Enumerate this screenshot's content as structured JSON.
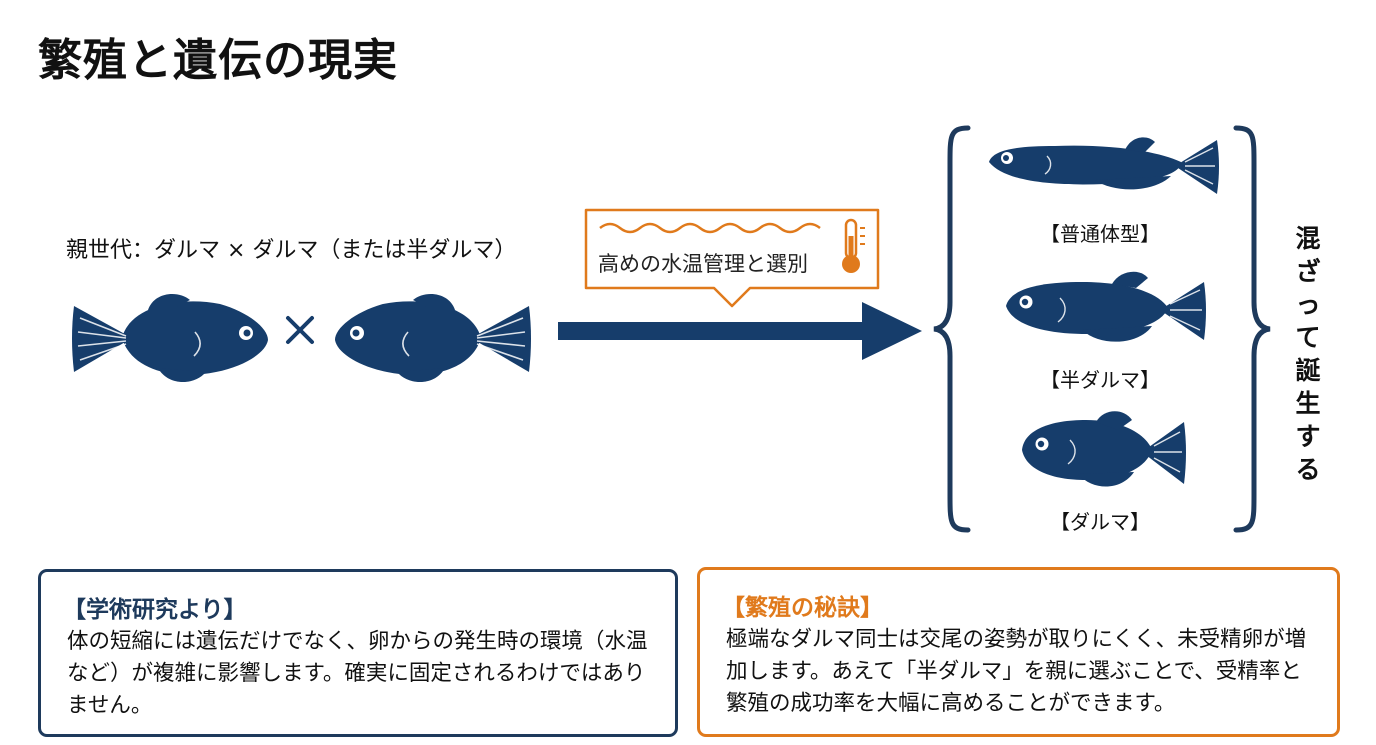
{
  "title": "繁殖と遺伝の現実",
  "parents": {
    "label": "親世代：ダルマ × ダルマ（または半ダルマ）",
    "fish_icon": "medaka-daruma-fish-icon",
    "cross_icon": "cross-icon"
  },
  "process": {
    "callout_text": "高めの水温管理と選別",
    "callout_icons": [
      "water-wave-icon",
      "thermometer-icon"
    ],
    "arrow_icon": "right-arrow-icon"
  },
  "offspring": {
    "types": [
      {
        "label": "【普通体型】",
        "icon": "medaka-normal-fish-icon"
      },
      {
        "label": "【半ダルマ】",
        "icon": "medaka-half-daruma-fish-icon"
      },
      {
        "label": "【ダルマ】",
        "icon": "medaka-daruma-fish-icon"
      }
    ],
    "note": "混ざって誕生する"
  },
  "boxes": {
    "research": {
      "heading": "【学術研究より】",
      "body": "体の短縮には遺伝だけでなく、卵からの発生時の環境（水温など）が複雑に影響します。確実に固定されるわけではありません。"
    },
    "breeding": {
      "heading": "【繁殖の秘訣】",
      "body": "極端なダルマ同士は交尾の姿勢が取りにくく、未受精卵が増加します。あえて「半ダルマ」を親に選ぶことで、受精率と繁殖の成功率を大幅に高めることができます。"
    }
  },
  "colors": {
    "fish": "#163d6b",
    "accent_orange": "#e07a1c",
    "box_navy": "#1e3a5c",
    "brace": "#1e3a5c"
  }
}
